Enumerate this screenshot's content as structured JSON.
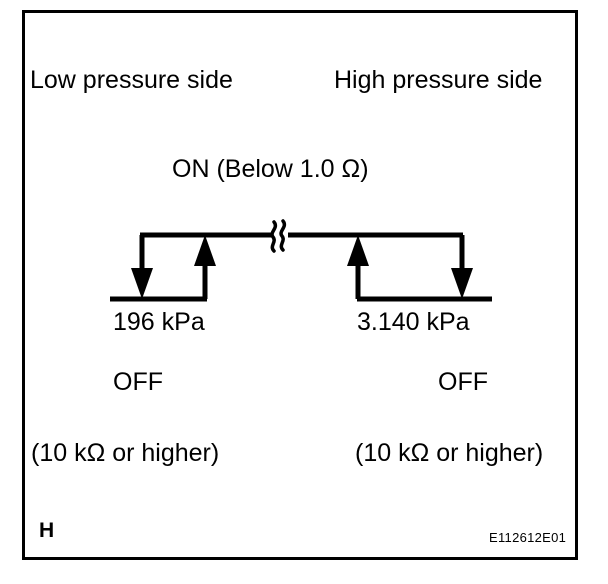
{
  "figure": {
    "id_code": "E112612E01",
    "corner_marker": "H",
    "headers": {
      "left": "Low pressure side",
      "right": "High pressure side"
    },
    "on_state": {
      "label": "ON (Below 1.0 Ω)"
    },
    "thresholds": {
      "left_pressure": "196 kPa",
      "right_pressure": "3.140 kPa"
    },
    "off_states": {
      "left_label": "OFF",
      "left_resistance": "(10 kΩ or higher)",
      "right_label": "OFF",
      "right_resistance": "(10 kΩ or higher)"
    },
    "colors": {
      "line": "#000000",
      "background": "#ffffff",
      "border": "#000000"
    },
    "symbols": {
      "break_symbol": "wavy-line-break",
      "left_down_arrow": "arrow-down",
      "left_up_arrow": "arrow-up",
      "right_up_arrow": "arrow-up",
      "right_down_arrow": "arrow-down"
    }
  }
}
